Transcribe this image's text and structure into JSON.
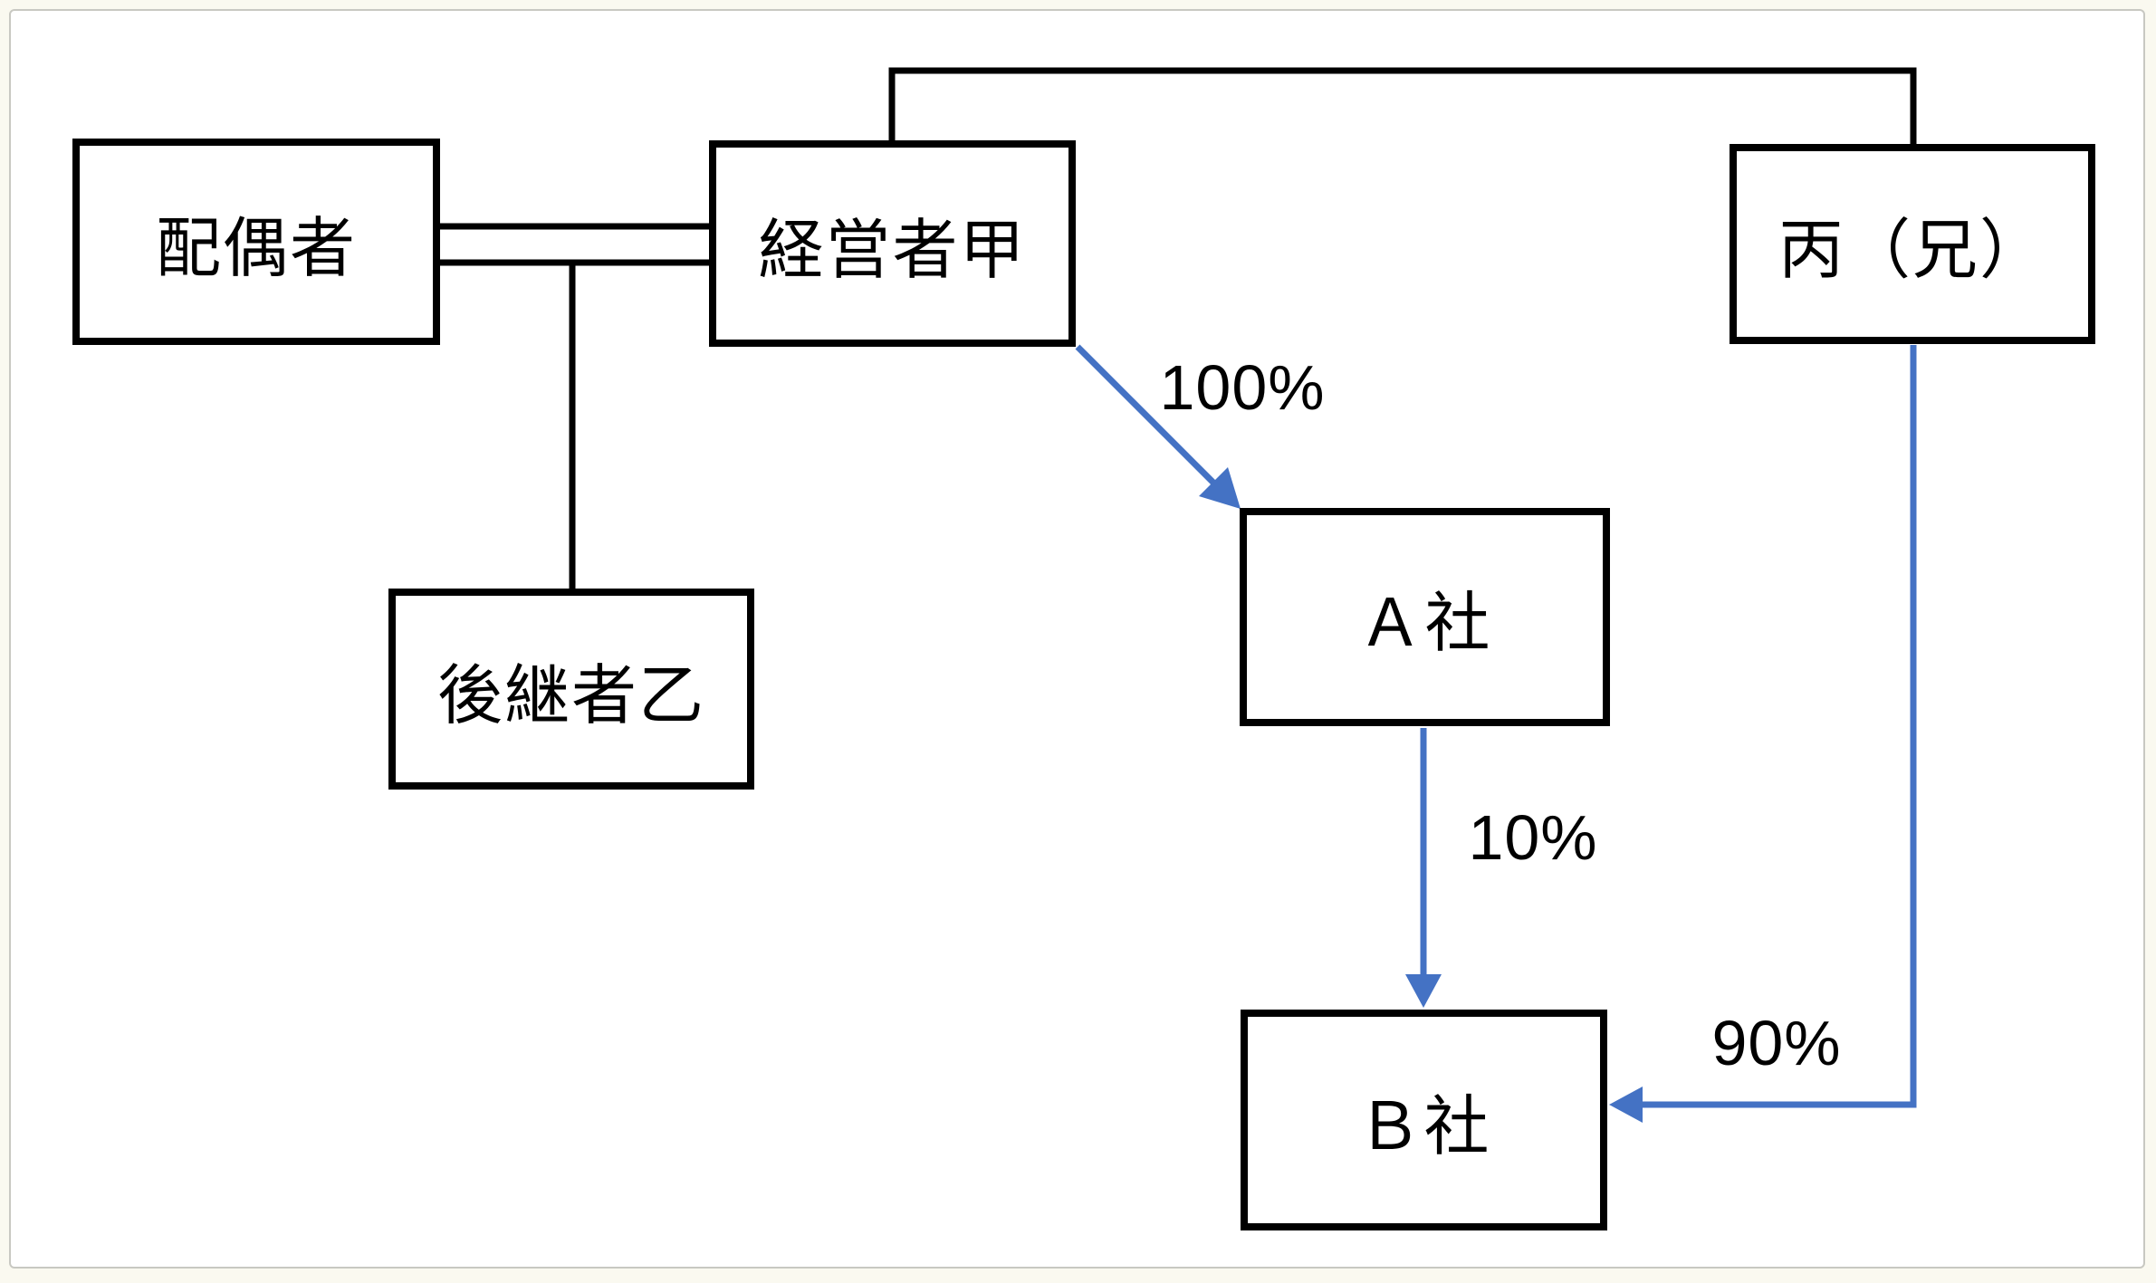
{
  "nodes": {
    "spouse": {
      "label": "配偶者"
    },
    "owner": {
      "label": "経営者甲"
    },
    "brother": {
      "label": "丙（兄）"
    },
    "successor": {
      "label": "後継者乙"
    },
    "company_a": {
      "label": "Ａ社"
    },
    "company_b": {
      "label": "Ｂ社"
    }
  },
  "edges": [
    {
      "from": "owner",
      "to": "company_a",
      "label": "100%",
      "style": "blue-arrow"
    },
    {
      "from": "company_a",
      "to": "company_b",
      "label": "10%",
      "style": "blue-arrow"
    },
    {
      "from": "brother",
      "to": "company_b",
      "label": "90%",
      "style": "blue-arrow"
    },
    {
      "from": "spouse",
      "to": "owner",
      "label": "",
      "style": "double-line-marriage"
    },
    {
      "from": "marriage",
      "to": "successor",
      "label": "",
      "style": "black-line-child"
    },
    {
      "from": "owner",
      "to": "brother",
      "label": "",
      "style": "black-line-sibling"
    }
  ],
  "colors": {
    "arrow_blue": "#4472C4",
    "line_black": "#000000",
    "page_margin": "#FAF9F0",
    "panel_border": "#C8C8C2"
  }
}
